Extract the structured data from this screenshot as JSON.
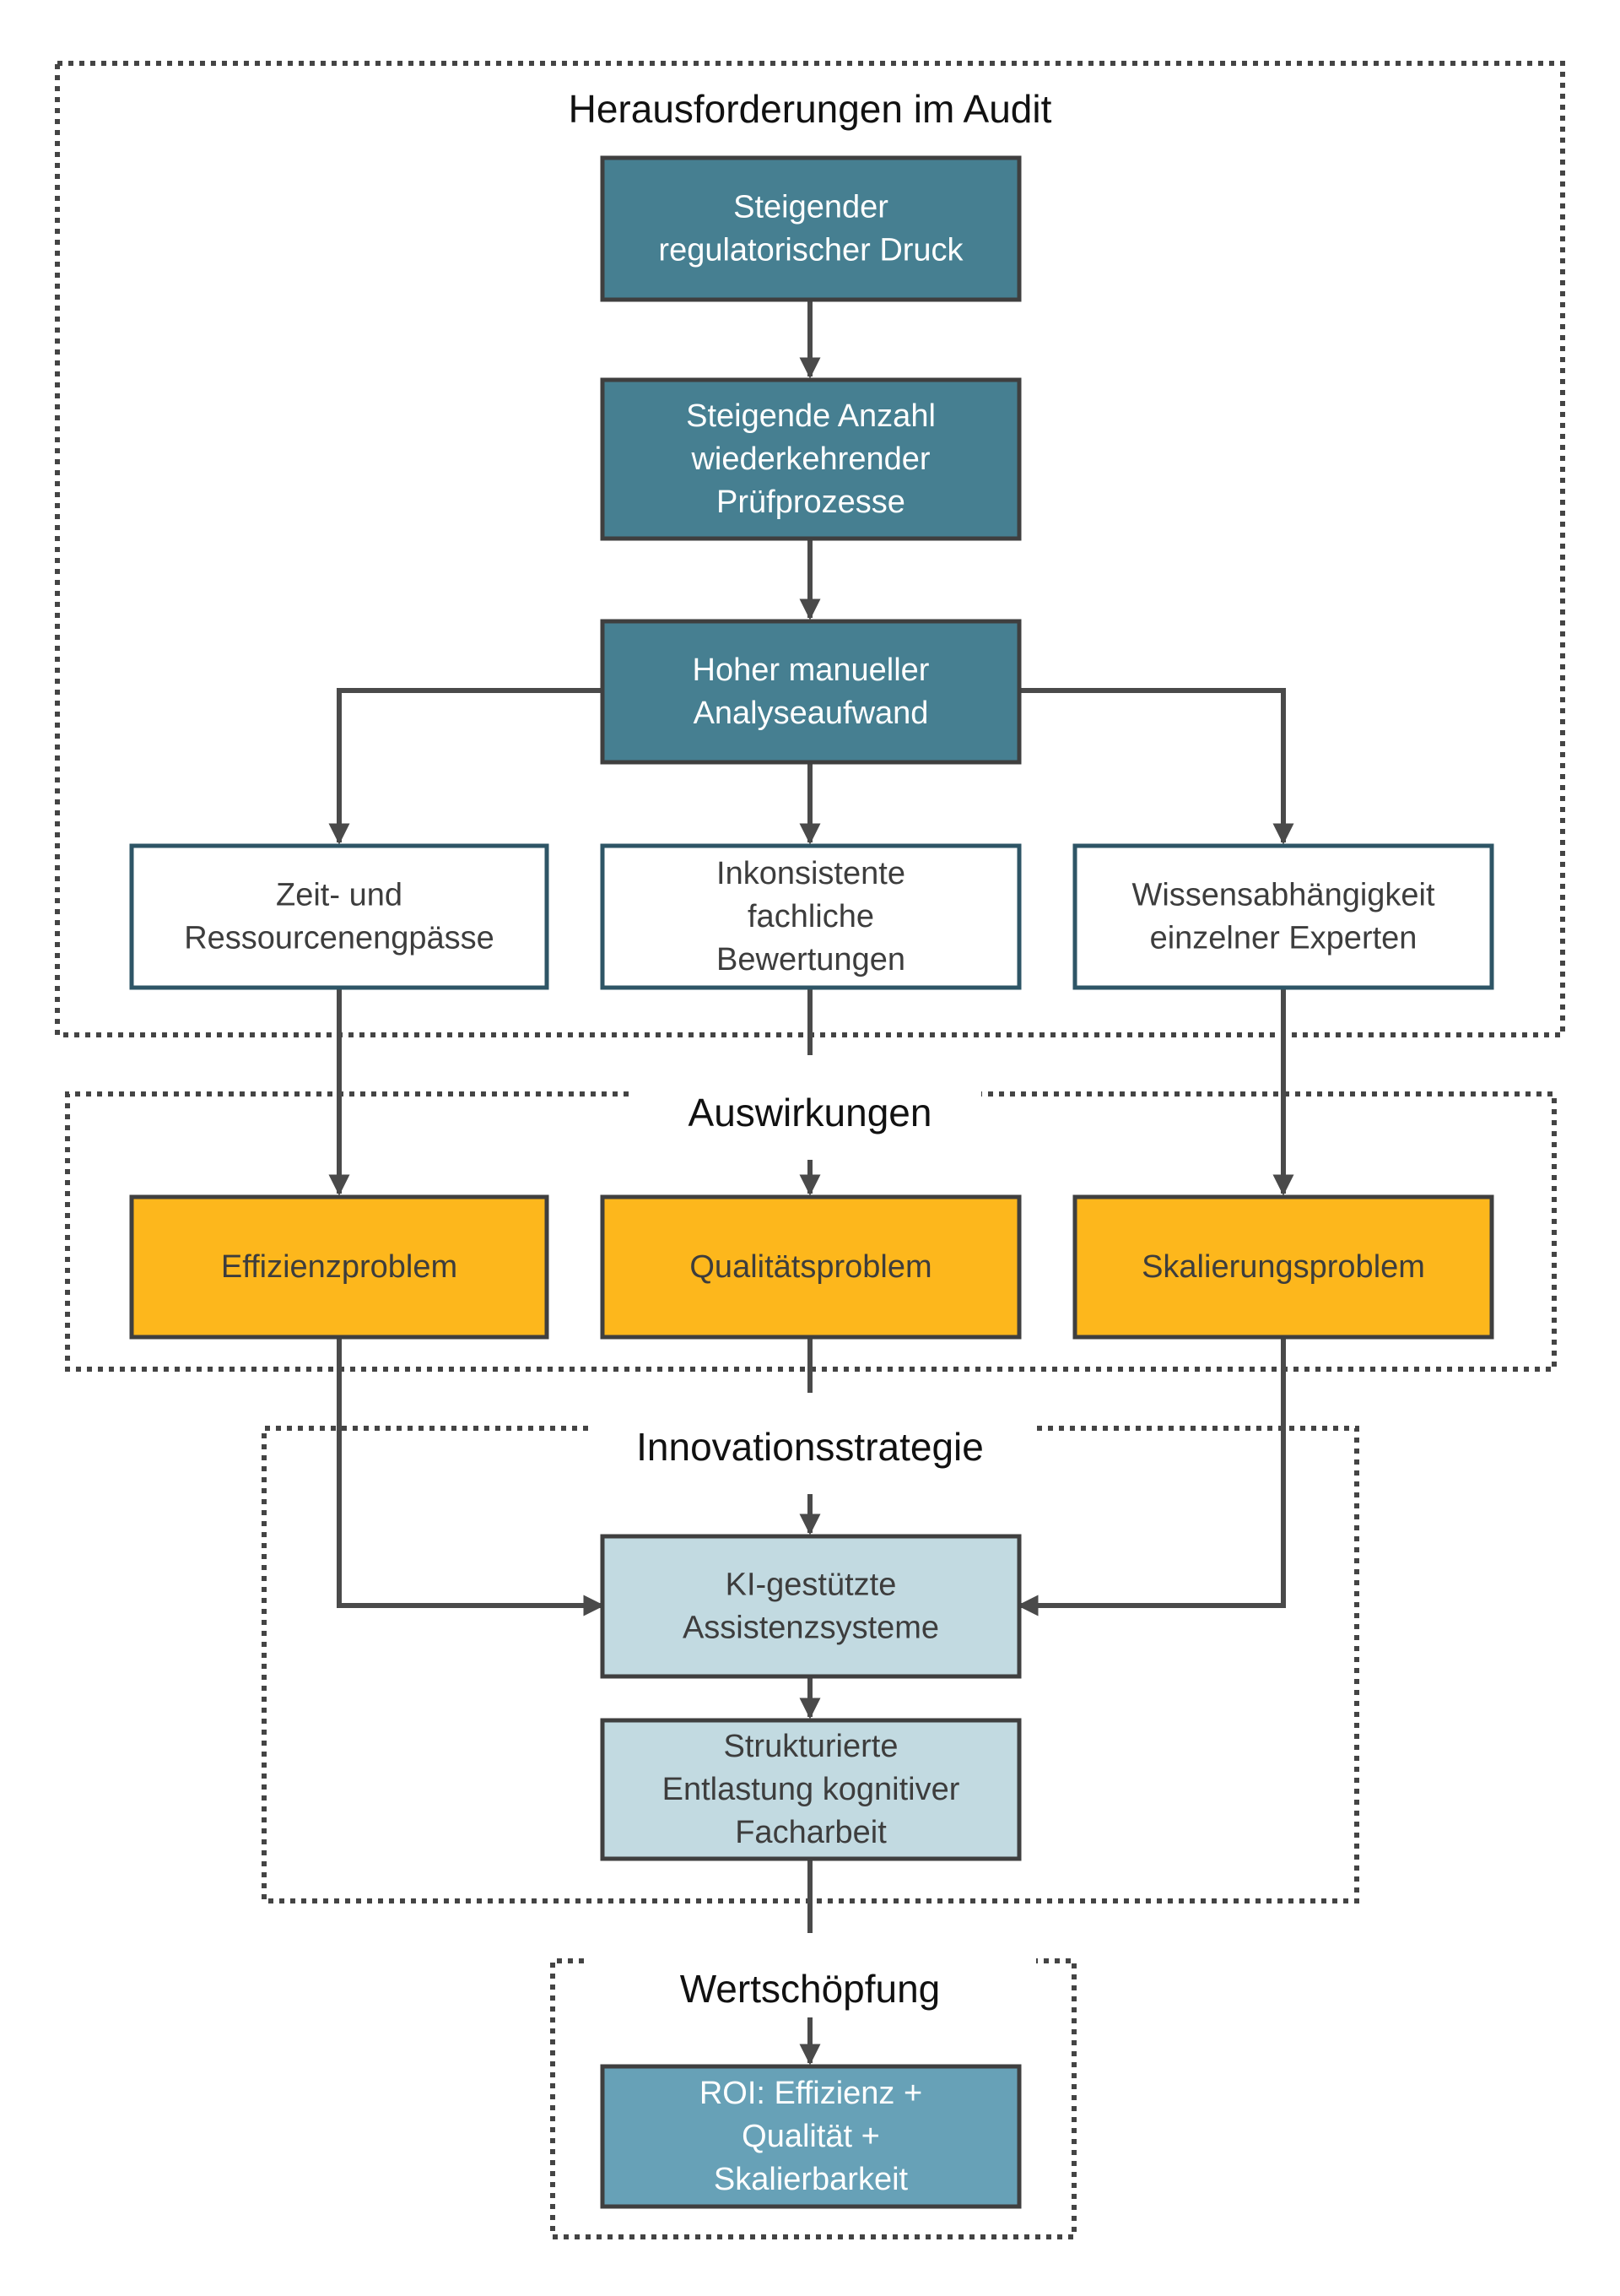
{
  "groups": {
    "herausforderungen": {
      "title": "Herausforderungen im Audit"
    },
    "auswirkungen": {
      "title": "Auswirkungen"
    },
    "innovation": {
      "title": "Innovationsstrategie"
    },
    "wertschoepfung": {
      "title": "Wertschöpfung"
    }
  },
  "nodes": {
    "druck": {
      "lines": [
        "Steigender",
        "regulatorischer Druck"
      ]
    },
    "anzahl": {
      "lines": [
        "Steigende Anzahl",
        "wiederkehrender",
        "Prüfprozesse"
      ]
    },
    "aufwand": {
      "lines": [
        "Hoher manueller",
        "Analyseaufwand"
      ]
    },
    "zeit": {
      "lines": [
        "Zeit- und",
        "Ressourcenengpässe"
      ]
    },
    "inkonsistent": {
      "lines": [
        "Inkonsistente",
        "fachliche",
        "Bewertungen"
      ]
    },
    "wissen": {
      "lines": [
        "Wissensabhängigkeit",
        "einzelner Experten"
      ]
    },
    "effizienz": {
      "lines": [
        "Effizienzproblem"
      ]
    },
    "qualitaet": {
      "lines": [
        "Qualitätsproblem"
      ]
    },
    "skalierung": {
      "lines": [
        "Skalierungsproblem"
      ]
    },
    "ki": {
      "lines": [
        "KI-gestützte",
        "Assistenzsysteme"
      ]
    },
    "entlastung": {
      "lines": [
        "Strukturierte",
        "Entlastung kognitiver",
        "Facharbeit"
      ]
    },
    "roi": {
      "lines": [
        "ROI: Effizienz +",
        "Qualität +",
        "Skalierbarkeit"
      ]
    }
  },
  "colors": {
    "dark_teal": "#467f91",
    "white_box": "#ffffff",
    "white_box_border": "#2e5566",
    "amber": "#fdb71c",
    "light_blue": "#c2dae1",
    "mid_teal": "#67a1b7",
    "box_border": "#3f3f3f",
    "text_light": "#ffffff",
    "text_dark": "#3d3d3d"
  }
}
